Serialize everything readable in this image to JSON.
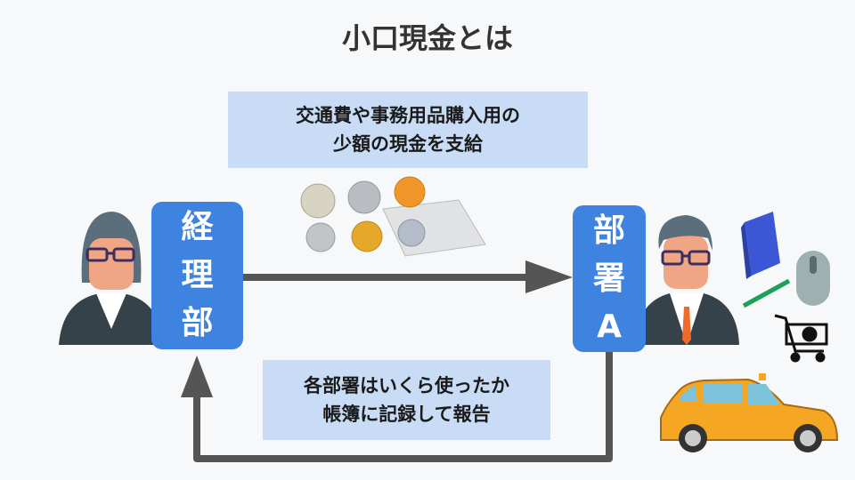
{
  "title": "小口現金とは",
  "top_note": {
    "line1": "交通費や事務用品購入用の",
    "line2": "少額の現金を支給"
  },
  "bottom_note": {
    "line1": "各部署はいくら使ったか",
    "line2": "帳簿に記録して報告"
  },
  "departments": {
    "keiri": [
      "経",
      "理",
      "部"
    ],
    "a": [
      "部",
      "署",
      "A"
    ]
  },
  "colors": {
    "dept_blue": "#3f83e0",
    "note_bg": "#c9dcf6",
    "arrow": "#555555"
  },
  "icons": [
    "person-woman-icon",
    "person-man-icon",
    "coins-and-bill-icon",
    "book-icon",
    "mouse-icon",
    "pencil-icon",
    "shopping-cart-icon",
    "taxi-icon"
  ]
}
